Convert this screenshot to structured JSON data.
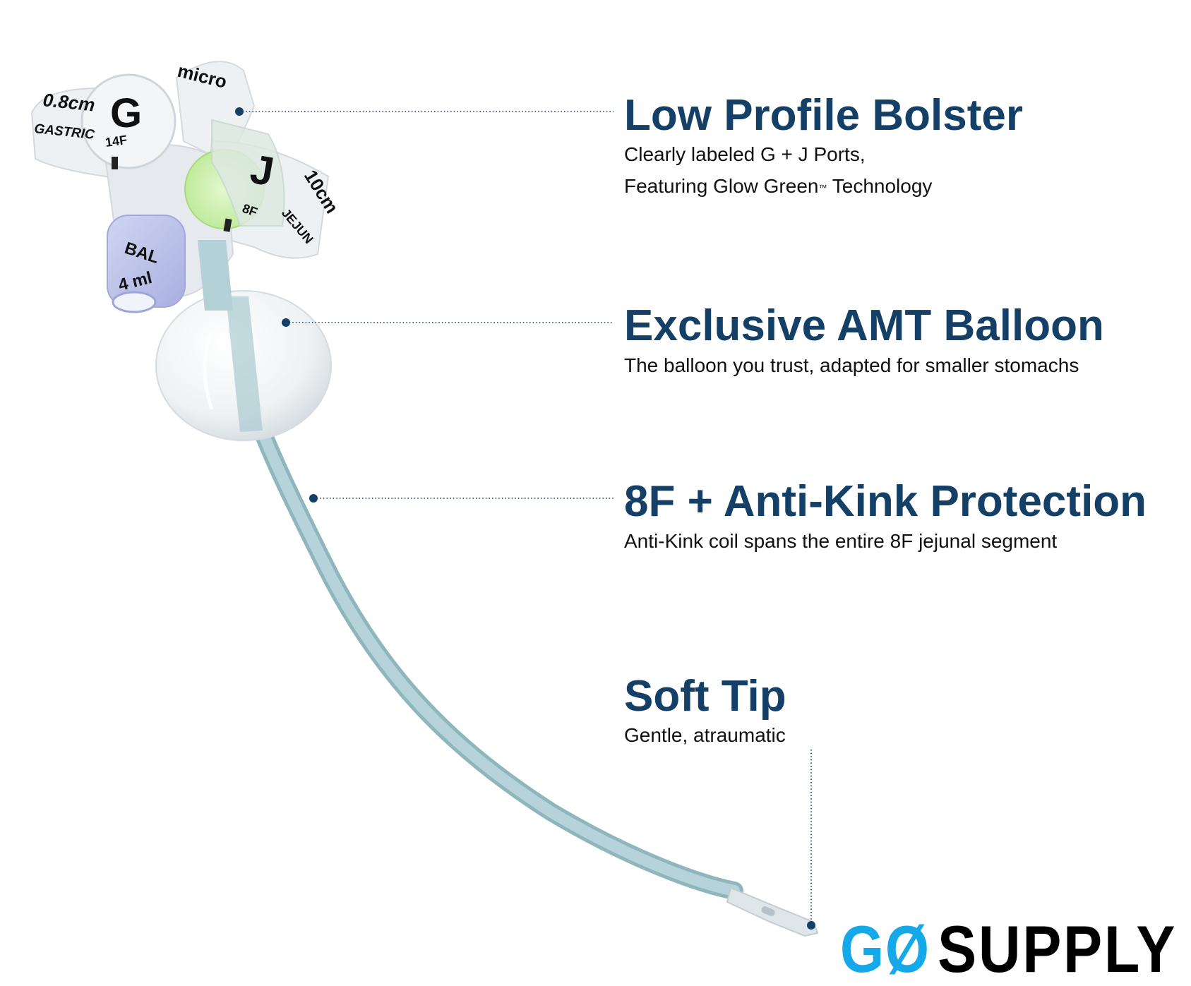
{
  "features": [
    {
      "title": "Low Profile Bolster",
      "lines": [
        "Clearly labeled G + J Ports,",
        "Featuring Glow Green",
        "Technology"
      ],
      "trademark": "™"
    },
    {
      "title": "Exclusive AMT Balloon",
      "lines": [
        "The balloon you trust, adapted for smaller stomachs"
      ]
    },
    {
      "title": "8F + Anti-Kink Protection",
      "lines": [
        "Anti-Kink coil spans the entire 8F jejunal segment"
      ]
    },
    {
      "title": "Soft Tip",
      "lines": [
        "Gentle, atraumatic"
      ]
    }
  ],
  "device_labels": {
    "brand": "micro",
    "g_port": "G",
    "g_size": "14F",
    "g_length": "0.8cm",
    "g_name": "GASTRIC",
    "j_port": "J",
    "j_size": "8F",
    "j_length": "10cm",
    "j_name": "JEJUN",
    "bal": "BAL",
    "bal_volume": "4 ml"
  },
  "logo": {
    "go": "GØ",
    "supply": "SUPPLY"
  },
  "colors": {
    "heading": "#143f66",
    "leader": "#143f66",
    "tube": "#a7c9cf",
    "glow_green": "#c8ef9c",
    "logo_blue": "#16a9ea"
  }
}
